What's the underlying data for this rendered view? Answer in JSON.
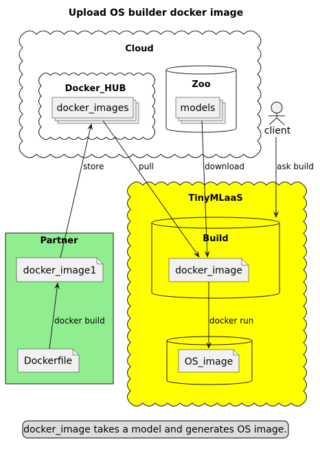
{
  "title": "Upload OS builder docker image",
  "colors": {
    "tinymlaas_fill": "#ffff00",
    "partner_fill": "#90ee90",
    "node_fill": "#f1f1f1",
    "line": "#181818",
    "legend_fill": "#dddddd"
  },
  "groups": {
    "cloud": "Cloud",
    "docker_hub": "Docker_HUB",
    "zoo": "Zoo",
    "tinymlaas": "TinyMLaaS",
    "build": "Build",
    "partner": "Partner"
  },
  "nodes": {
    "docker_images": "docker_images",
    "models": "models",
    "client": "client",
    "docker_image": "docker_image",
    "os_image": "OS_image",
    "docker_image1": "docker_image1",
    "dockerfile": "Dockerfile"
  },
  "edges": {
    "store": "store",
    "pull": "pull",
    "download": "download",
    "ask_build": "ask build",
    "docker_run": "docker run",
    "docker_build": "docker build"
  },
  "legend": "docker_image takes a model and generates OS image."
}
